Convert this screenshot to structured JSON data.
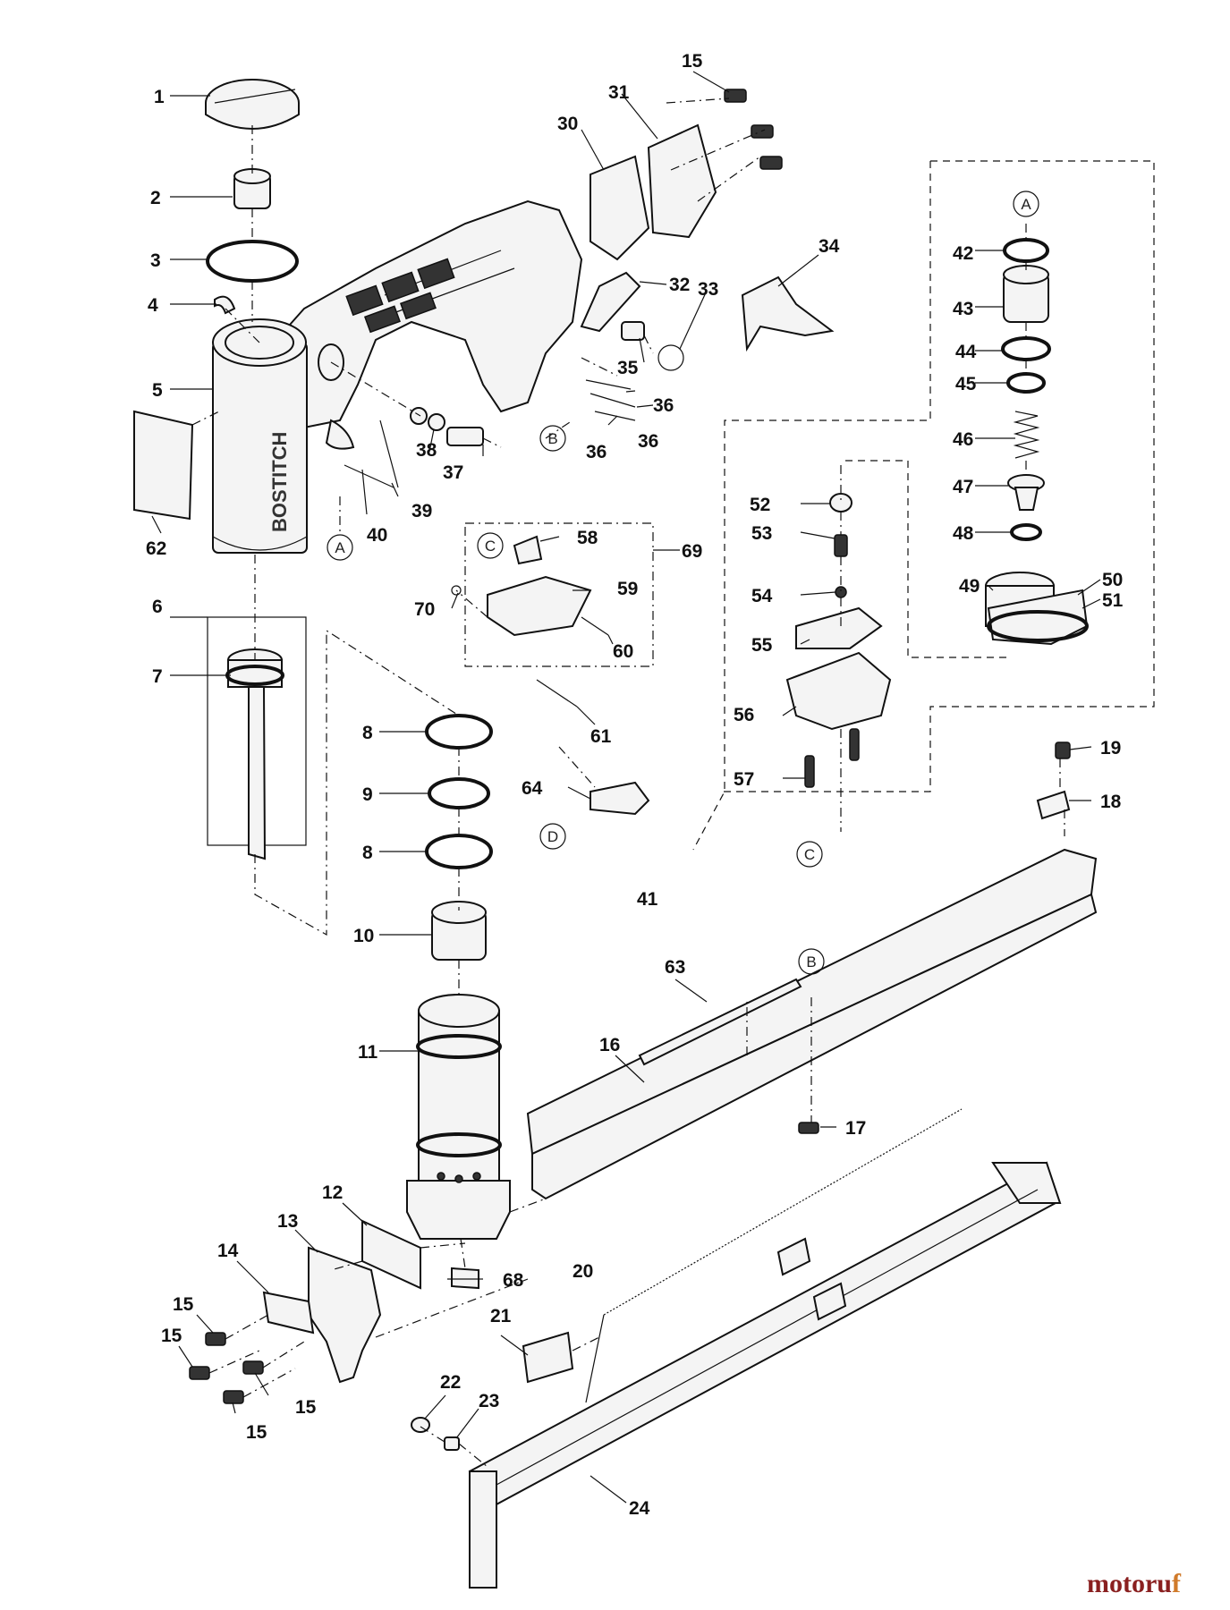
{
  "diagram": {
    "brand_text": "BOSTITCH",
    "watermark": {
      "text_main": "motoruf",
      "text_end": "f",
      "color_main": "#8a2020",
      "color_end": "#d07a2a"
    },
    "ref_markers": [
      "A",
      "B",
      "C",
      "D"
    ],
    "callouts": [
      "1",
      "2",
      "3",
      "4",
      "5",
      "6",
      "7",
      "8",
      "9",
      "8",
      "10",
      "11",
      "12",
      "13",
      "14",
      "15",
      "15",
      "15",
      "15",
      "15",
      "16",
      "17",
      "18",
      "19",
      "20",
      "21",
      "22",
      "23",
      "24",
      "30",
      "31",
      "32",
      "33",
      "34",
      "35",
      "36",
      "36",
      "36",
      "37",
      "38",
      "39",
      "40",
      "41",
      "42",
      "43",
      "44",
      "45",
      "46",
      "47",
      "48",
      "49",
      "50",
      "51",
      "52",
      "53",
      "54",
      "55",
      "56",
      "57",
      "58",
      "59",
      "60",
      "61",
      "62",
      "63",
      "64",
      "68",
      "69",
      "70"
    ]
  }
}
